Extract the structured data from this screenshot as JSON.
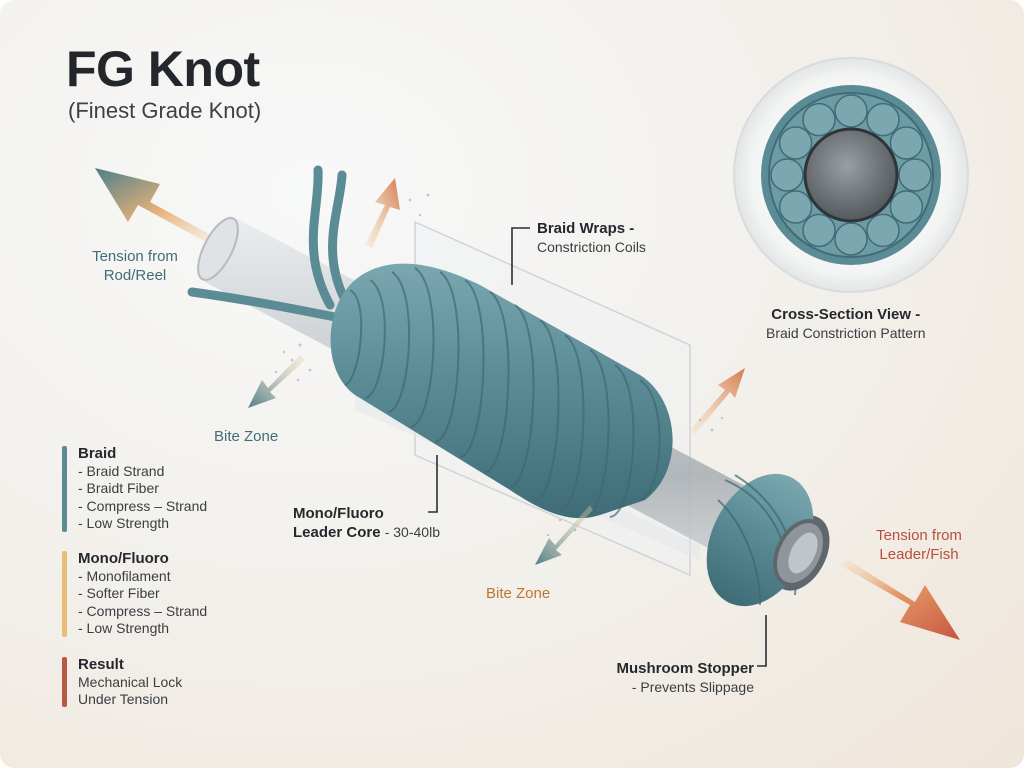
{
  "title": "FG Knot",
  "subtitle": "(Finest Grade Knot)",
  "labels": {
    "tension_rod": [
      "Tension from",
      "Rod/Reel"
    ],
    "tension_leader": [
      "Tension from",
      "Leader/Fish"
    ],
    "bite_zone_left": "Bite Zone",
    "bite_zone_bottom": "Bite Zone"
  },
  "callouts": {
    "braid_wraps": {
      "title": "Braid Wraps -",
      "sub": "Constriction Coils"
    },
    "cross_section": {
      "title": "Cross-Section View -",
      "sub": "Braid Constriction Pattern"
    },
    "leader_core": {
      "line1": "Mono/Fluoro",
      "line2": "Leader Core",
      "spec": "- 30-40lb"
    },
    "stopper": {
      "title": "Mushroom Stopper",
      "sub": "- Prevents Slippage"
    }
  },
  "legend": [
    {
      "heading": "Braid",
      "color": "#5b8c96",
      "items": [
        "- Braid Strand",
        "- Braidt Fiber",
        "- Compress – Strand",
        "- Low Strength"
      ]
    },
    {
      "heading": "Mono/Fluoro",
      "color": "#e8bd78",
      "items": [
        "- Monofilament",
        "- Softer Fiber",
        "- Compress – Strand",
        "- Low Strength"
      ]
    },
    {
      "heading": "Result",
      "color": "#b65a45",
      "items": [
        "Mechanical Lock",
        "Under Tension"
      ]
    }
  ],
  "colors": {
    "braid": "#5b8c96",
    "mono": "#e8bd78",
    "result": "#b65a45",
    "tension_start": "#4e7f8a",
    "tension_end": "#c8553f"
  }
}
